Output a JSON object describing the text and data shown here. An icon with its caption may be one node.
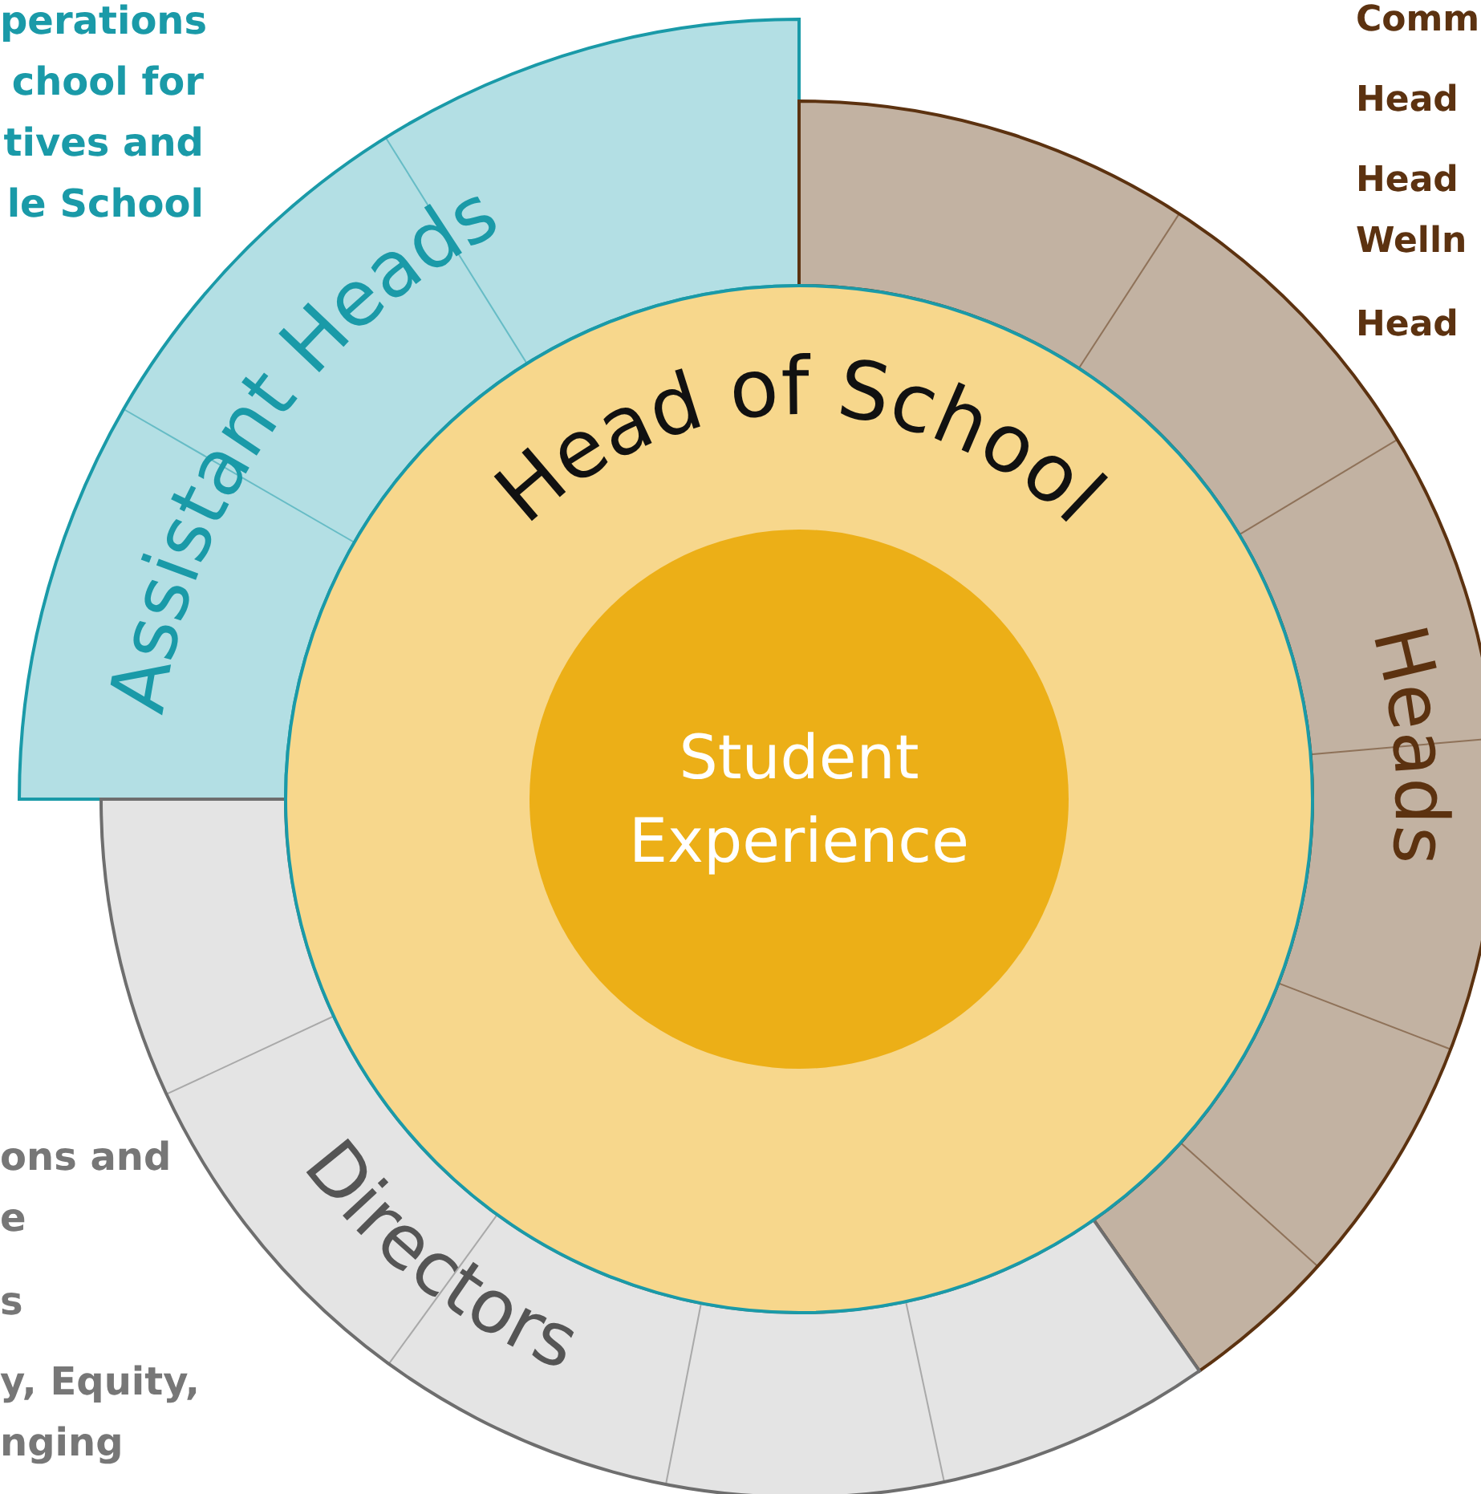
{
  "diagram": {
    "nodes": [
      {
        "text": [
          "Assistant Heads"
        ]
      },
      {
        "text": [
          "Heads"
        ]
      },
      {
        "text": [
          "Head of School"
        ]
      },
      {
        "text": [
          "Student Experience"
        ],
        "in": 2
      },
      {
        "text": [
          "Directors"
        ]
      }
    ],
    "labels": [
      "perations",
      "chool for tives and le School",
      "Comm",
      "Head",
      "Head Welln",
      "Head",
      "ons and e",
      "s",
      "y, Equity, nging"
    ]
  }
}
